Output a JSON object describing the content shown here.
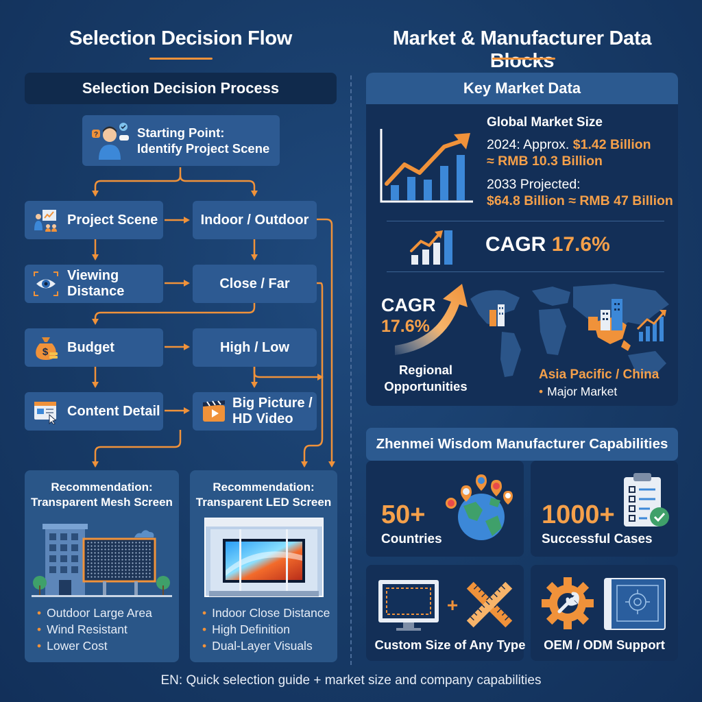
{
  "left": {
    "title": "Selection Decision Flow",
    "process_header": "Selection Decision Process",
    "start": "Starting Point:\nIdentify Project Scene",
    "rows": [
      {
        "left": "Project Scene",
        "right": "Indoor / Outdoor"
      },
      {
        "left": "Viewing\nDistance",
        "right": "Close / Far"
      },
      {
        "left": "Budget",
        "right": "High / Low"
      },
      {
        "left": "Content Detail",
        "right": "Big Picture /\nHD Video"
      }
    ],
    "recommendations": [
      {
        "title": "Recommendation:\nTransparent Mesh Screen",
        "bullets": [
          "Outdoor Large Area",
          "Wind Resistant",
          "Lower Cost"
        ]
      },
      {
        "title": "Recommendation:\nTransparent LED Screen",
        "bullets": [
          "Indoor Close Distance",
          "High Definition",
          "Dual-Layer Visuals"
        ]
      }
    ]
  },
  "right": {
    "title": "Market & Manufacturer Data Blocks",
    "market_header": "Key Market Data",
    "market_size_label": "Global Market Size",
    "y2024_prefix": "2024: Approx.",
    "y2024_value": "$1.42 Billion",
    "y2024_rmb": "≈ RMB 10.3 Billion",
    "y2033_label": "2033 Projected:",
    "y2033_value": "$64.8 Billion ≈ RMB 47 Billion",
    "cagr_label": "CAGR",
    "cagr_value": "17.6%",
    "cagr_arrow_label": "CAGR",
    "cagr_arrow_value": "17.6%",
    "regional_label": "Regional\nOpportunities",
    "region_name": "Asia Pacific / China",
    "region_note": "Major Market",
    "capabilities_header": "Zhenmei Wisdom Manufacturer Capabilities",
    "countries_num": "50+",
    "countries_label": "Countries",
    "cases_num": "1000+",
    "cases_label": "Successful Cases",
    "custom_label": "Custom Size of Any Type",
    "oem_label": "OEM / ODM Support"
  },
  "footer": "EN: Quick selection guide + market size and company capabilities",
  "colors": {
    "accent": "#f0923a",
    "box": "#2d5a92",
    "panel": "#132f57",
    "background": "#173a66"
  }
}
